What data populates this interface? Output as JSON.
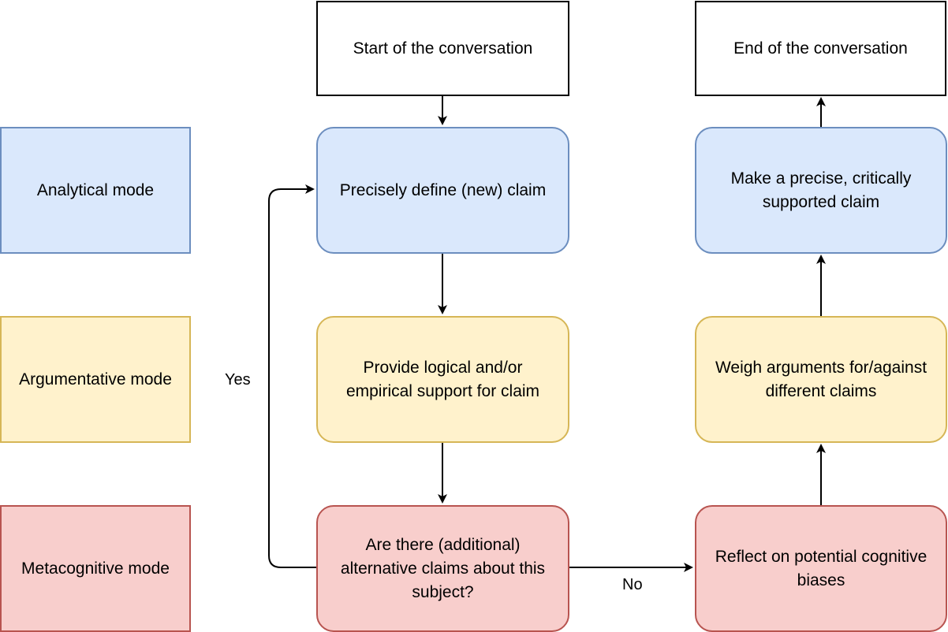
{
  "colors": {
    "analytical_fill": "#dae8fc",
    "analytical_stroke": "#6c8ebf",
    "argumentative_fill": "#fff2cc",
    "argumentative_stroke": "#d6b656",
    "metacognitive_fill": "#f8cecc",
    "metacognitive_stroke": "#b85450",
    "terminal_fill": "#ffffff",
    "terminal_stroke": "#000000"
  },
  "legend": {
    "analytical": "Analytical mode",
    "argumentative": "Argumentative mode",
    "metacognitive": "Metacognitive mode"
  },
  "nodes": {
    "start": "Start of the conversation",
    "end": "End of the conversation",
    "define_claim": "Precisely define (new) claim",
    "provide_support": "Provide logical and/or empirical support for claim",
    "alternatives_question": "Are there (additional) alternative claims about this subject?",
    "reflect_biases": "Reflect on potential cognitive biases",
    "weigh_arguments": "Weigh arguments for/against different claims",
    "precise_claim": "Make a precise, critically supported claim"
  },
  "edge_labels": {
    "yes": "Yes",
    "no": "No"
  }
}
